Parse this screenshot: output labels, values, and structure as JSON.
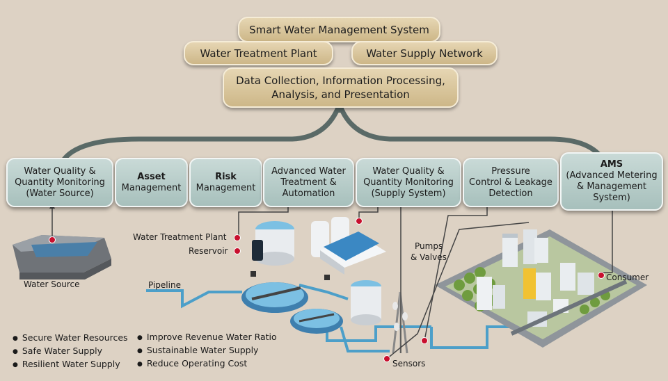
{
  "top": {
    "title": "Smart Water Management System",
    "plant": "Water Treatment Plant",
    "network": "Water Supply Network",
    "data_line1": "Data Collection, Information Processing,",
    "data_line2": "Analysis, and Presentation"
  },
  "modules": [
    {
      "l1": "Water Quality &",
      "l2": "Quantity Monitoring",
      "l3": "(Water Source)"
    },
    {
      "l1": "Asset",
      "l2": "Management"
    },
    {
      "l1": "Risk",
      "l2": "Management"
    },
    {
      "l1": "Advanced Water",
      "l2": "Treatment &",
      "l3": "Automation"
    },
    {
      "l1": "Water Quality &",
      "l2": "Quantity Monitoring",
      "l3": "(Supply System)"
    },
    {
      "l1": "Pressure",
      "l2": "Control & Leakage",
      "l3": "Detection"
    },
    {
      "l1": "AMS",
      "l2": "(Advanced Metering",
      "l3": "& Management",
      "l4": "System)"
    }
  ],
  "labels": {
    "water_source": "Water Source",
    "water_treatment_plant": "Water Treatment Plant",
    "reservoir": "Reservoir",
    "pipeline": "Pipeline",
    "pumps": "Pumps",
    "valves": "& Valves",
    "sensors": "Sensors",
    "consumer": "Consumer"
  },
  "benefits_left": [
    "Secure Water Resources",
    "Safe Water Supply",
    "Resilient Water Supply"
  ],
  "benefits_right": [
    "Improve Revenue Water Ratio",
    "Sustainable Water Supply",
    "Reduce Operating Cost"
  ],
  "colors": {
    "background": "#ddd2c4",
    "pill": "#d9c79f",
    "module": "#b8cfcb",
    "connector": "#5a6a67",
    "marker": "#c8102e",
    "pipe": "#4c9fc9"
  }
}
